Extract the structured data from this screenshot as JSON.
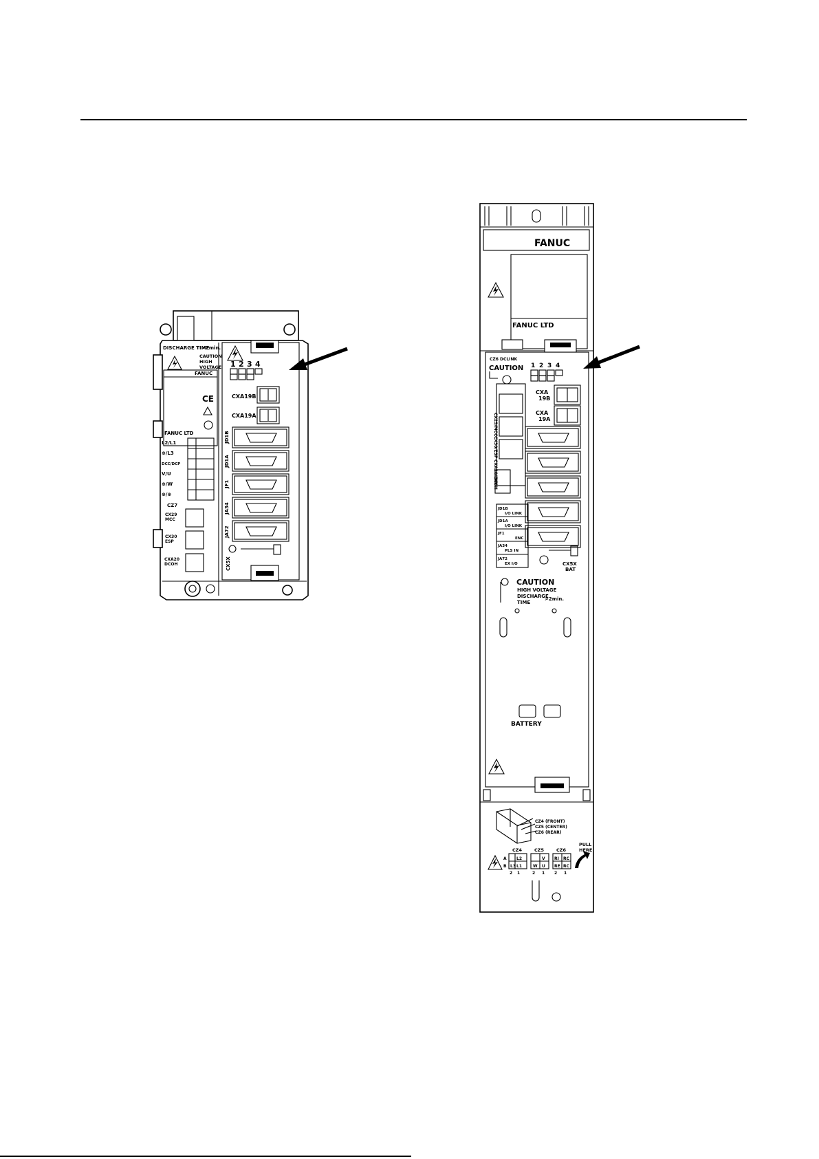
{
  "left_unit": {
    "discharge_time": "DISCHARGE TIME",
    "discharge_value": ">2min.",
    "caution_lines": [
      "CAUTION",
      "HIGH",
      "VOLTAGE"
    ],
    "brand": "FANUC",
    "ce_mark": "CE",
    "maker": "FANUC LTD",
    "dip_numbers": [
      "1",
      "2",
      "3",
      "4"
    ],
    "cxa19b": "CXA19B",
    "cxa19a": "CXA19A",
    "power_terms": [
      "L2/L1",
      "⊕/L3",
      "DCC/DCP",
      "V/U",
      "⊕/W",
      "⊕/⊕"
    ],
    "cz7": "CZ7",
    "cx29": [
      "CX29",
      "MCC"
    ],
    "cx30": [
      "CX30",
      "ESP"
    ],
    "cxa20": [
      "CXA20",
      "DCOH"
    ],
    "ports": [
      "JD1B",
      "JD1A",
      "JF1",
      "JA34",
      "JA72"
    ],
    "cx5x": "CX5X"
  },
  "right_unit": {
    "brand": "FANUC",
    "maker": "FANUC LTD",
    "cz6_top": "CZ6 DCLINK",
    "caution": "CAUTION",
    "dip_numbers": [
      "1",
      "2",
      "3",
      "4"
    ],
    "vertical_labels": [
      "CX29/MCC",
      "CX30/ESP",
      "CXA20/DCOH"
    ],
    "sw_label": "SW",
    "cxa19b": [
      "CXA",
      "19B"
    ],
    "cxa19a": [
      "CXA",
      "19A"
    ],
    "port_legend": [
      {
        "name": "JD1B",
        "desc": "I/O LINK"
      },
      {
        "name": "JD1A",
        "desc": "I/O LINK"
      },
      {
        "name": "JF1",
        "desc": "ENC"
      },
      {
        "name": "JA34",
        "desc": "PLS IN"
      },
      {
        "name": "JA72",
        "desc": "EX I/O"
      }
    ],
    "cx5x": "CX5X",
    "bat": "BAT",
    "caution2": "CAUTION",
    "hv_lines": [
      "HIGH VOLTAGE",
      "DISCHARGE",
      "TIME"
    ],
    "hv_value": ">2min.",
    "battery": "BATTERY",
    "cz_legend": [
      "CZ4 (FRONT)",
      "CZ5 (CENTER)",
      "CZ6 (REAR)"
    ],
    "cz_headers": [
      "CZ4",
      "CZ5",
      "CZ6"
    ],
    "row_ab": [
      "A",
      "B"
    ],
    "cz4_cells": [
      "L2",
      "L3",
      "L1"
    ],
    "cz5_cells": [
      "V",
      "W",
      "U"
    ],
    "cz6_cells": [
      "RI",
      "RC",
      "RE",
      "RC"
    ],
    "pin_numbers": [
      "2",
      "1"
    ],
    "pull": [
      "PULL",
      "HERE"
    ]
  }
}
